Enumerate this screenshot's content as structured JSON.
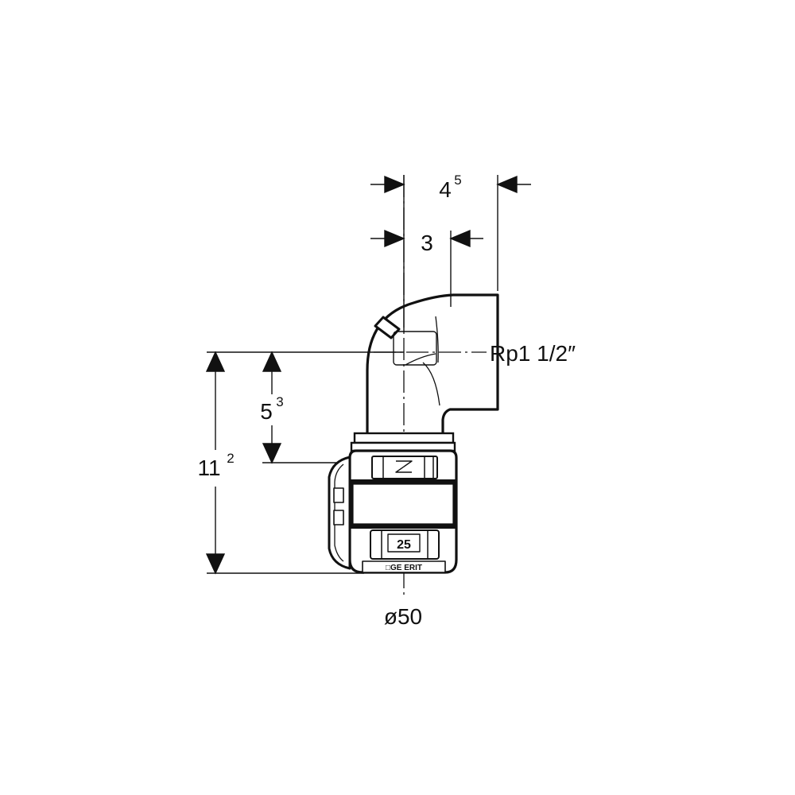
{
  "dimensions": {
    "top_outer": {
      "base": "4",
      "sup": "5"
    },
    "top_inner": {
      "base": "3"
    },
    "left_outer": {
      "base": "11",
      "sup": "2"
    },
    "left_inner": {
      "base": "5",
      "sup": "3"
    },
    "bottom_diameter": "ø50",
    "thread": "Rp1 1/2″"
  },
  "part_markings": {
    "size": "25",
    "brand": "□GE  ERIT"
  },
  "colors": {
    "line": "#111111",
    "background": "#ffffff"
  }
}
